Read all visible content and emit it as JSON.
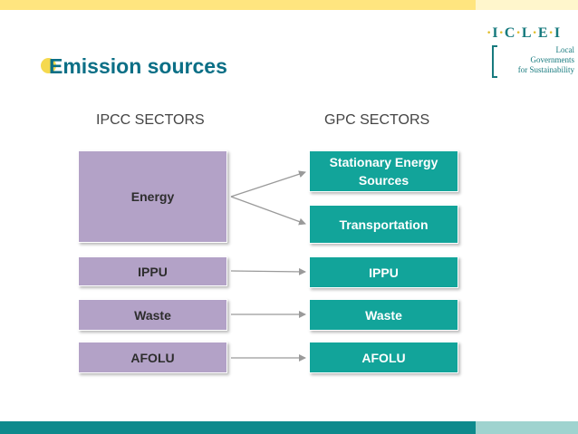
{
  "slide": {
    "title": "Emission sources",
    "colors": {
      "title": "#0b6f86",
      "ipcc_box": "#b3a2c7",
      "gpc_box": "#12a49a",
      "top_bar": "#ffe57f",
      "bottom_bar": "#0e8a8c",
      "bullet": "#f5d94e"
    }
  },
  "logo": {
    "mark": [
      "I",
      "C",
      "L",
      "E",
      "I"
    ],
    "lines": [
      "Local",
      "Governments",
      "for Sustainability"
    ]
  },
  "diagram": {
    "headers": {
      "ipcc": "IPCC SECTORS",
      "gpc": "GPC SECTORS"
    },
    "ipcc": [
      "Energy",
      "IPPU",
      "Waste",
      "AFOLU"
    ],
    "gpc": [
      "Stationary Energy Sources",
      "Transportation",
      "IPPU",
      "Waste",
      "AFOLU"
    ],
    "links": [
      [
        0,
        0
      ],
      [
        0,
        1
      ],
      [
        1,
        2
      ],
      [
        2,
        3
      ],
      [
        3,
        4
      ]
    ]
  }
}
